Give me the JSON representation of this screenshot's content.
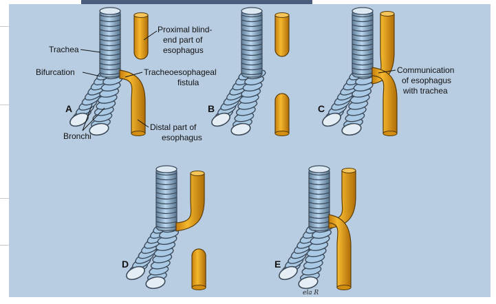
{
  "labels": {
    "proximal": [
      "Proximal blind-",
      "end part of",
      "esophagus"
    ],
    "trachea": "Trachea",
    "bifurcation": "Bifurcation",
    "fistula": [
      "Tracheoesophageal",
      "fistula"
    ],
    "bronchi": "Bronchi",
    "distal": [
      "Distal part of",
      "esophagus"
    ],
    "communication": [
      "Communication",
      "of esophagus",
      "with trachea"
    ]
  },
  "panels": [
    "A",
    "B",
    "C",
    "D",
    "E"
  ],
  "signature": "ela R",
  "colors": {
    "background": "#b9cde2",
    "trachea_fill": "#a9c9e4",
    "trachea_ring": "#3c4a5a",
    "esophagus_fill": "#e8a51c",
    "esophagus_stroke": "#5a3c08"
  }
}
